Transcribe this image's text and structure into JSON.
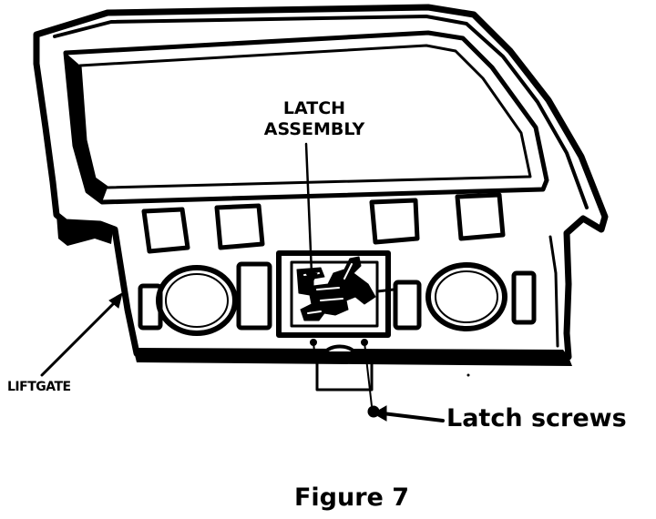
{
  "labels": {
    "latch_assembly_line1": "LATCH",
    "latch_assembly_line2": "ASSEMBLY",
    "liftgate": "LIFTGATE",
    "latch_screws": "Latch screws"
  },
  "caption": "Figure 7"
}
